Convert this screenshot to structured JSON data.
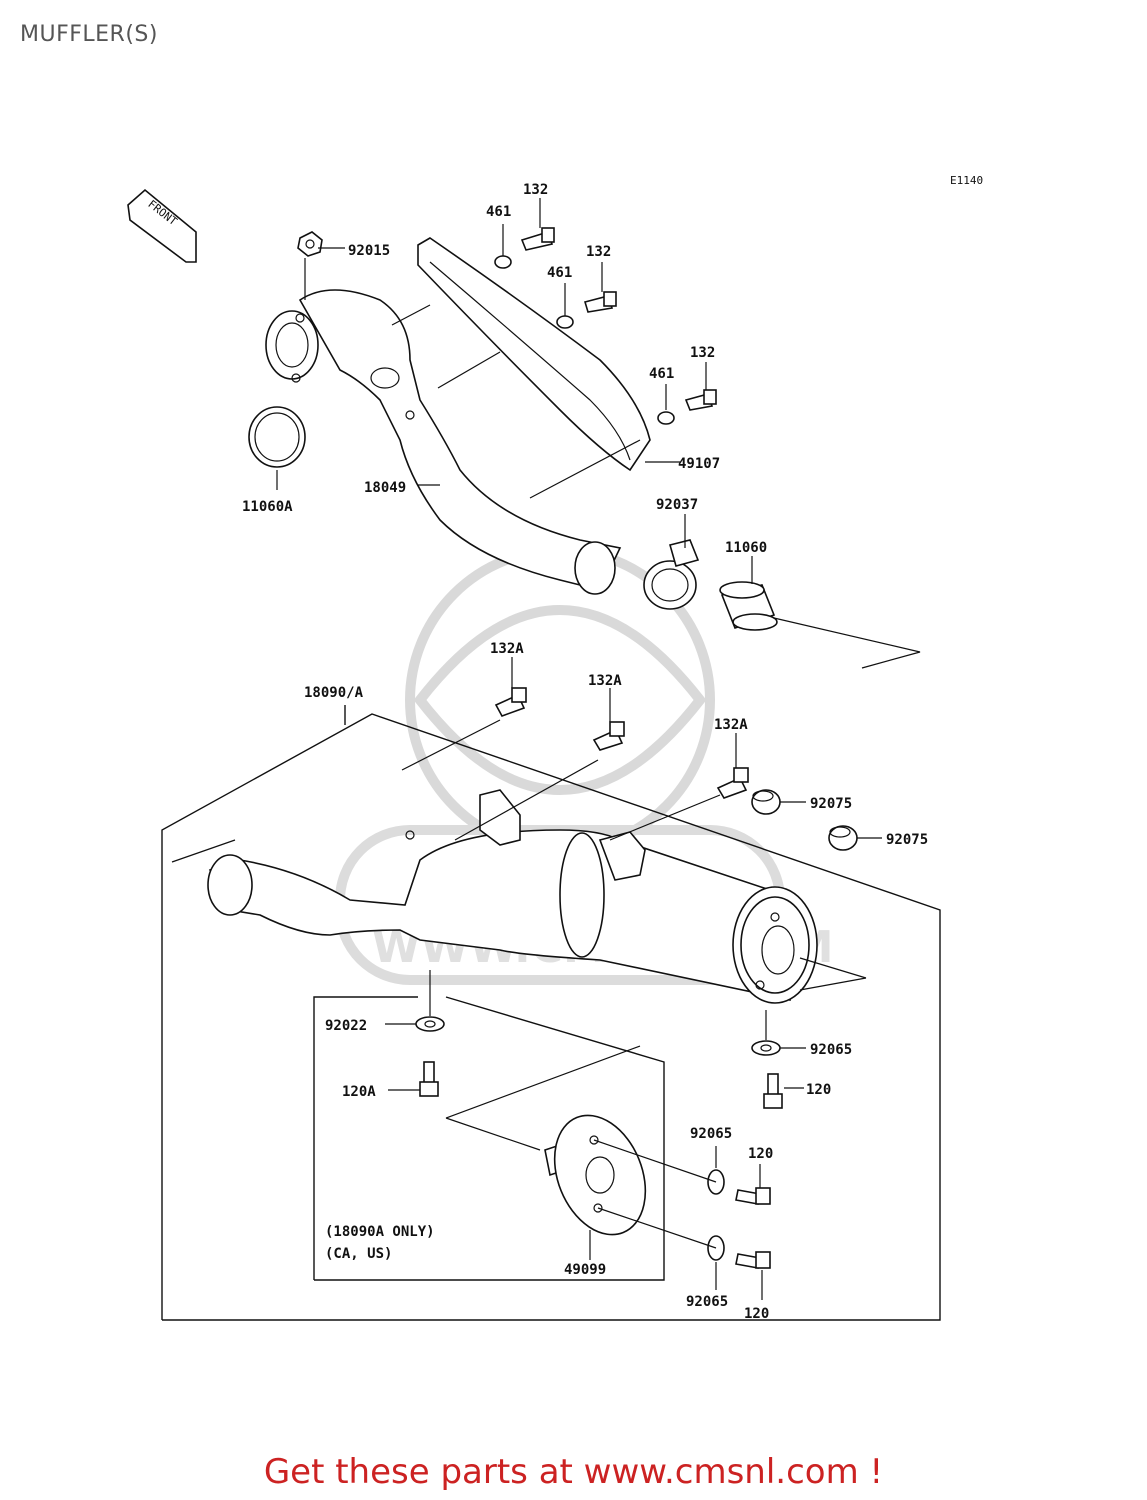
{
  "page": {
    "title": "MUFFLER(S)",
    "diagram_code": "E1140",
    "front_label": "FRONT",
    "watermark": "WWW.CMSNL.COM",
    "call_to_action": "Get these parts at www.cmsnl.com !"
  },
  "parts": {
    "p92015": "92015",
    "p11060A": "11060A",
    "p18049": "18049",
    "p461_a": "461",
    "p132_a": "132",
    "p461_b": "461",
    "p132_b": "132",
    "p461_c": "461",
    "p132_c": "132",
    "p49107": "49107",
    "p92037": "92037",
    "p11060": "11060",
    "p18090A": "18090/A",
    "p132A_a": "132A",
    "p132A_b": "132A",
    "p132A_c": "132A",
    "p92075_a": "92075",
    "p92075_b": "92075",
    "p92022": "92022",
    "p120A": "120A",
    "p92065_a": "92065",
    "p120_a": "120",
    "p92065_b": "92065",
    "p120_b": "120",
    "p92065_c": "92065",
    "p120_c": "120",
    "p49099": "49099"
  },
  "notes": {
    "line1": "(18090A ONLY)",
    "line2": "(CA, US)"
  }
}
